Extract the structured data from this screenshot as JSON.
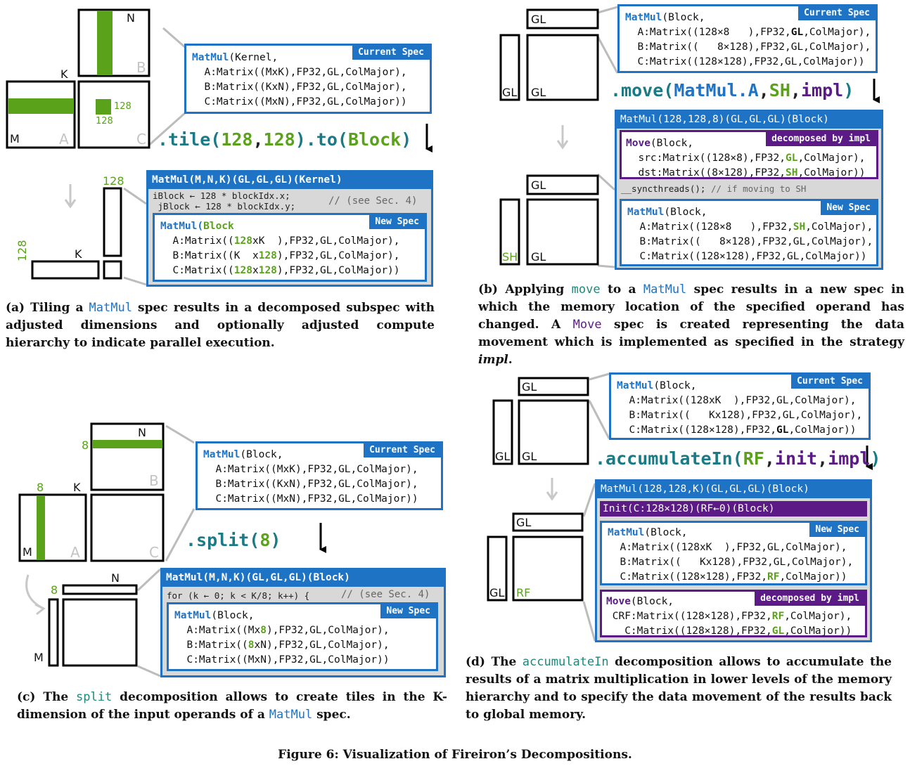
{
  "panel_a": {
    "mat_labels": {
      "N": "N",
      "K": "K",
      "M": "M",
      "A": "A",
      "B": "B",
      "C": "C",
      "t1": "128",
      "t2": "128"
    },
    "current_spec": {
      "tag": "Current Spec",
      "name": "MatMul",
      "args": "(Kernel,",
      "l1": "A:Matrix((MxK),FP32,GL,ColMajor),",
      "l2": "B:Matrix((KxN),FP32,GL,ColMajor),",
      "l3": "C:Matrix((MxN),FP32,GL,ColMajor))"
    },
    "op": {
      "pre": ".tile(",
      "a1": "128",
      "c": ",",
      "a2": "128",
      "mid": ").to(",
      "a3": "Block",
      "post": ")"
    },
    "outer": {
      "header": "MatMul(M,N,K)(GL,GL,GL)(Kernel)",
      "code1": "iBlock ← 128 * blockIdx.x;",
      "code2": " jBlock ← 128 * blockIdx.y;",
      "comment": "// (see Sec. 4)"
    },
    "new_spec": {
      "tag": "New Spec",
      "name": "MatMul(",
      "args": "Block",
      "l1_pre": "A:Matrix((",
      "l1_g": "128",
      "l1_post": "xK  ),FP32,GL,ColMajor),",
      "l2_pre": "B:Matrix((K  x",
      "l2_g": "128",
      "l2_post": "),FP32,GL,ColMajor),",
      "l3_pre": "C:Matrix((",
      "l3_g": "128",
      "l3_x": "x",
      "l3_g2": "128",
      "l3_post": "),FP32,GL,ColMajor))"
    },
    "tile_labels": {
      "top": "128",
      "left": "128",
      "k": "K"
    },
    "caption_pre": "(a) Tiling a ",
    "caption_code": "MatMul",
    "caption_post": " spec results in a decomposed subspec with adjusted dimensions and optionally adjusted compute hierarchy to indicate parallel execution."
  },
  "panel_b": {
    "mem_labels": {
      "gl_top": "GL",
      "gl_left": "GL",
      "gl_main": "GL",
      "gl_top2": "GL",
      "sh": "SH",
      "gl_main2": "GL"
    },
    "current_spec": {
      "tag": "Current Spec",
      "name": "MatMul",
      "args": "(Block,",
      "l1_pre": "A:Matrix((128×8   ),FP32,",
      "l1_b": "GL",
      "l1_post": ",ColMajor),",
      "l2": "B:Matrix((   8×128),FP32,GL,ColMajor),",
      "l3": "C:Matrix((128×128),FP32,GL,ColMajor))"
    },
    "op": {
      "pre": ".move(",
      "a1": "MatMul.A",
      "c1": ",",
      "a2": "SH",
      "c2": ",",
      "a3": "impl",
      "post": ")"
    },
    "outer": {
      "header": "MatMul(128,128,8)(GL,GL,GL)(Block)",
      "sync": "__syncthreads();",
      "comment": "// if moving to SH"
    },
    "move_spec": {
      "tag": "decomposed by impl",
      "name": "Move",
      "args": "(Block,",
      "l1_pre": "src:Matrix((128×8),FP32,",
      "l1_b": "GL",
      "l1_post": ",ColMajor),",
      "l2_pre": "dst:Matrix((8×128),FP32,",
      "l2_b": "SH",
      "l2_post": ",ColMajor))"
    },
    "new_spec": {
      "tag": "New Spec",
      "name": "MatMul",
      "args": "(Block,",
      "l1_pre": "A:Matrix((128×8   ),FP32,",
      "l1_b": "SH",
      "l1_post": ",ColMajor),",
      "l2": "B:Matrix((   8×128),FP32,GL,ColMajor),",
      "l3": "C:Matrix((128×128),FP32,GL,ColMajor))"
    },
    "caption_pre": "(b) Applying ",
    "caption_code1": "move",
    "caption_mid1": " to a ",
    "caption_code2": "MatMul",
    "caption_mid2": " spec results in a new spec in which the memory location of the specified operand has changed. A ",
    "caption_code3": "Move",
    "caption_mid3": " spec is created representing the data movement which is implemented as specified in the strategy ",
    "caption_italic": "impl",
    "caption_end": "."
  },
  "panel_c": {
    "mat_labels": {
      "N": "N",
      "K": "K",
      "M": "M",
      "A": "A",
      "B": "B",
      "C": "C",
      "e1": "8",
      "e2": "8",
      "N2": "N",
      "e3": "8",
      "M2": "M"
    },
    "current_spec": {
      "tag": "Current Spec",
      "name": "MatMul",
      "args": "(Block,",
      "l1": "A:Matrix((MxK),FP32,GL,ColMajor),",
      "l2": "B:Matrix((KxN),FP32,GL,ColMajor),",
      "l3": "C:Matrix((MxN),FP32,GL,ColMajor))"
    },
    "op": {
      "pre": ".split(",
      "a1": "8",
      "post": ")"
    },
    "outer": {
      "header": "MatMul(M,N,K)(GL,GL,GL)(Block)",
      "code1": "for (k ← 0; k < K/8; k++) {",
      "comment": "// (see Sec. 4)"
    },
    "new_spec": {
      "tag": "New Spec",
      "name": "MatMul",
      "args": "(Block,",
      "l1_pre": "A:Matrix((Mx",
      "l1_g": "8",
      "l1_post": "),FP32,GL,ColMajor),",
      "l2_pre": "B:Matrix((",
      "l2_g": "8",
      "l2_post": "xN),FP32,GL,ColMajor),",
      "l3": "C:Matrix((MxN),FP32,GL,ColMajor))"
    },
    "caption_pre": "(c) The ",
    "caption_code1": "split",
    "caption_mid": " decomposition allows to create tiles in the K-dimension of the input operands of a ",
    "caption_code2": "MatMul",
    "caption_end": " spec."
  },
  "panel_d": {
    "mem_labels": {
      "gl_top": "GL",
      "gl_left": "GL",
      "gl_main": "GL",
      "gl_top2": "GL",
      "gl_left2": "GL",
      "rf": "RF"
    },
    "current_spec": {
      "tag": "Current Spec",
      "name": "MatMul",
      "args": "(Block,",
      "l1": "A:Matrix((128xK  ),FP32,GL,ColMajor),",
      "l2": "B:Matrix((   Kx128),FP32,GL,ColMajor),",
      "l3_pre": "C:Matrix((128×128),FP32,",
      "l3_b": "GL",
      "l3_post": ",ColMajor))"
    },
    "op": {
      "pre": ".accumulateIn(",
      "a1": "RF",
      "c1": ",",
      "a2": "init",
      "c2": ",",
      "a3": "impl",
      "post": ")"
    },
    "outer": {
      "header": "MatMul(128,128,K)(GL,GL,GL)(Block)",
      "init": "Init(C:128×128)(RF←0)(Block)"
    },
    "new_spec": {
      "tag": "New Spec",
      "name": "MatMul",
      "args": "(Block,",
      "l1": "A:Matrix((128xK  ),FP32,GL,ColMajor),",
      "l2": "B:Matrix((   Kx128),FP32,GL,ColMajor),",
      "l3_pre": "C:Matrix((128×128),FP32,",
      "l3_g": "RF",
      "l3_post": ",ColMajor))"
    },
    "move_spec": {
      "tag": "decomposed by impl",
      "name": "Move",
      "args": "(Block,",
      "l1_pre": "CRF:Matrix((128×128),FP32,",
      "l1_g": "RF",
      "l1_post": ",ColMajor),",
      "l2_pre": "  C:Matrix((128×128),FP32,",
      "l2_g": "GL",
      "l2_post": ",ColMajor))"
    },
    "caption_pre": "(d) The ",
    "caption_code": "accumulateIn",
    "caption_post": " decomposition allows to accumulate the results of a matrix multiplication in lower levels of the memory hierarchy and to specify the data movement of the results back to global memory."
  },
  "figure_caption": "Figure 6: Visualization of Fireiron’s Decompositions.",
  "colors": {
    "blue": "#1f73c4",
    "green": "#5aa21a",
    "purple": "#5b1a86",
    "teal": "#1a7a86",
    "gray": "#d8d8d8"
  }
}
